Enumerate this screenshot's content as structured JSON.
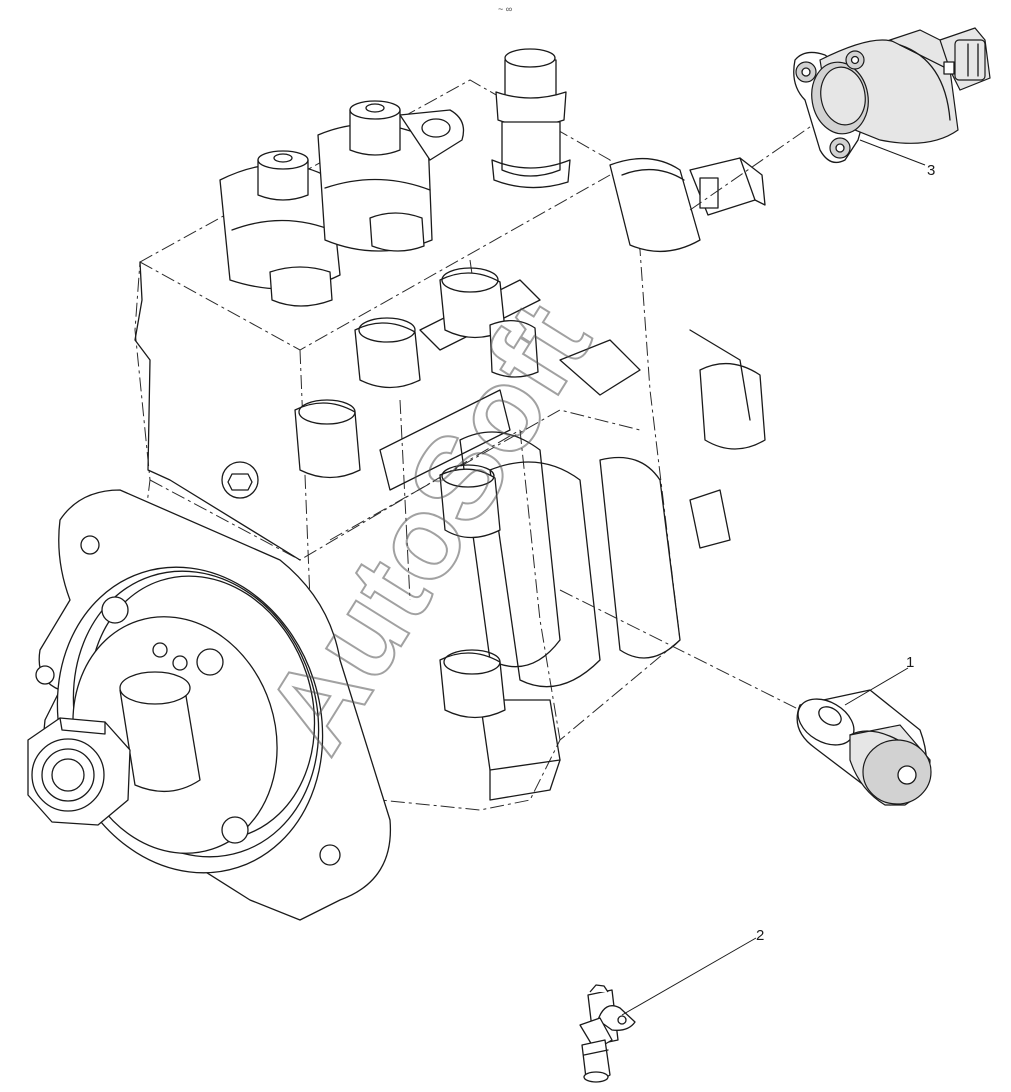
{
  "diagram": {
    "top_mark": "~ ∞",
    "callouts": [
      {
        "id": "part-1",
        "label": "1"
      },
      {
        "id": "part-2",
        "label": "2"
      },
      {
        "id": "part-3",
        "label": "3"
      }
    ],
    "watermark": "AutoSoft"
  }
}
